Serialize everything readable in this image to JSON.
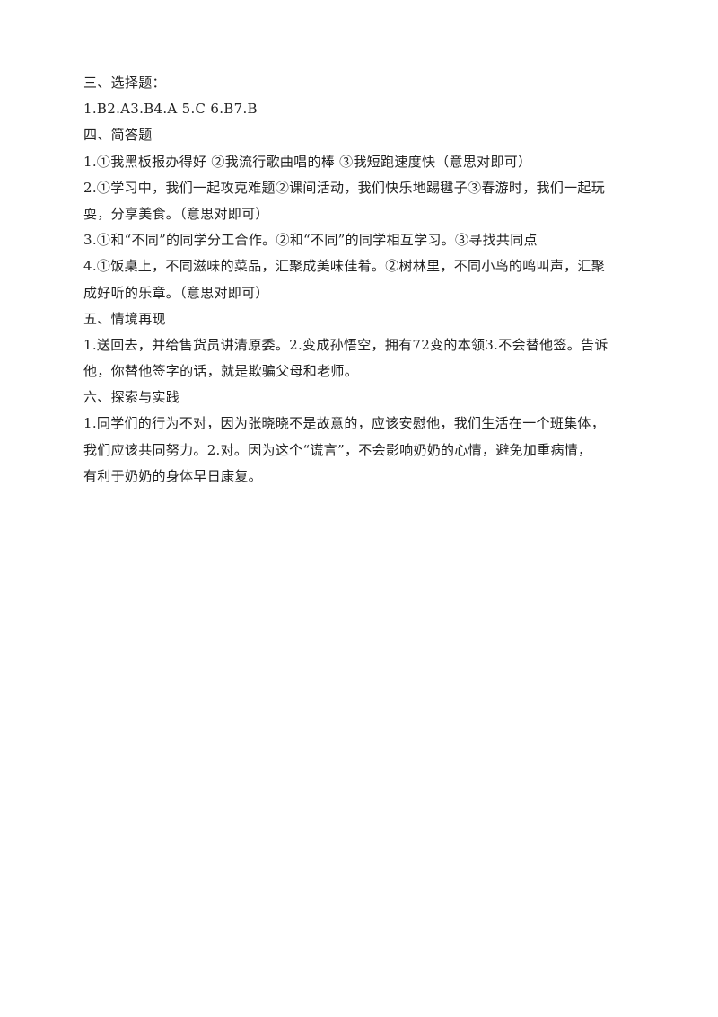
{
  "document": {
    "lines": [
      {
        "type": "heading",
        "text": "三、选择题："
      },
      {
        "type": "text",
        "text": "1.B2.A3.B4.A 5.C 6.B7.B"
      },
      {
        "type": "heading",
        "text": "四、简答题"
      },
      {
        "type": "text",
        "text": "1.①我黑板报办得好 ②我流行歌曲唱的棒  ③我短跑速度快（意思对即可）"
      },
      {
        "type": "text",
        "text": "2.①学习中，我们一起攻克难题②课间活动，我们快乐地踢毽子③春游时，我们一起玩"
      },
      {
        "type": "text",
        "text": "耍，分享美食。（意思对即可）"
      },
      {
        "type": "text",
        "text": "3.①和“不同”的同学分工合作。②和“不同”的同学相互学习。③寻找共同点"
      },
      {
        "type": "text",
        "text": "4.①饭桌上，不同滋味的菜品，汇聚成美味佳肴。②树林里，不同小鸟的鸣叫声，汇聚"
      },
      {
        "type": "text",
        "text": "成好听的乐章。（意思对即可）"
      },
      {
        "type": "heading",
        "text": "五、情境再现"
      },
      {
        "type": "text",
        "text": "1.送回去，并给售货员讲清原委。2.变成孙悟空，拥有72变的本领3.不会替他签。告诉"
      },
      {
        "type": "text",
        "text": "他，你替他签字的话，就是欺骗父母和老师。"
      },
      {
        "type": "heading",
        "text": "六、探索与实践"
      },
      {
        "type": "text",
        "text": "1.同学们的行为不对，因为张晓晓不是故意的，应该安慰他，我们生活在一个班集体，"
      },
      {
        "type": "text",
        "text": "我们应该共同努力。2.对。因为这个“谎言”，不会影响奶奶的心情，避免加重病情，"
      },
      {
        "type": "text",
        "text": "有利于奶奶的身体早日康复。"
      }
    ]
  }
}
